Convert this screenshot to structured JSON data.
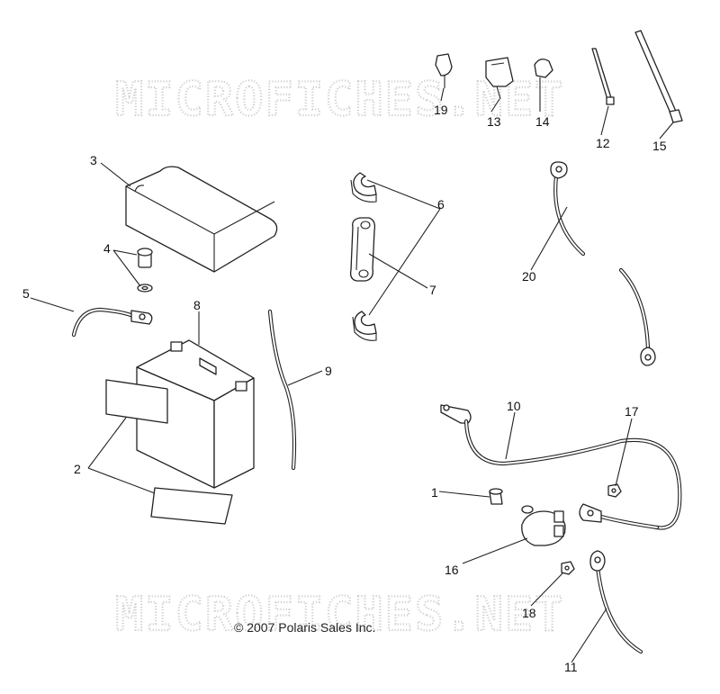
{
  "watermark": {
    "text": "MICROFICHES.NET"
  },
  "copyright": "© 2007 Polaris Sales Inc.",
  "callouts": [
    "1",
    "2",
    "3",
    "4",
    "5",
    "6",
    "7",
    "8",
    "9",
    "10",
    "11",
    "12",
    "13",
    "14",
    "15",
    "16",
    "17",
    "18",
    "19",
    "20"
  ],
  "parts": {
    "battery": "battery",
    "battery_cover": "battery-cover",
    "battery_bolt": "bolt-and-washer",
    "battery_labels": "warning-labels",
    "ground_cable_5": "cable",
    "vent_hose": "vent-hose",
    "hold_down_strap": "strap",
    "hooks": "hook",
    "cable_10": "cable",
    "cable_11": "cable",
    "cable_20": "cable",
    "solenoid": "starter-solenoid",
    "nuts": "nut",
    "bolt_1": "bolt",
    "clips": "clip",
    "cable_ties": "cable-tie"
  }
}
